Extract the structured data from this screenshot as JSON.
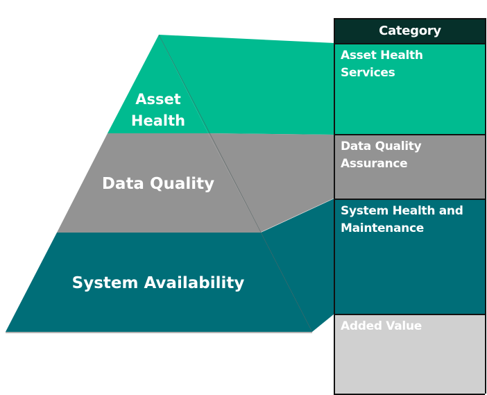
{
  "pyramid": {
    "levels": [
      {
        "label_line1": "Asset",
        "label_line2": "Health"
      },
      {
        "label": "Data Quality"
      },
      {
        "label": "System Availability"
      }
    ]
  },
  "table": {
    "header": "Category",
    "rows": [
      {
        "label": "Asset Health Services",
        "color": "#00bb90"
      },
      {
        "label": "Data Quality Assurance",
        "color": "#939393"
      },
      {
        "label": "System Health and Maintenance",
        "color": "#006e78"
      },
      {
        "label": "Added Value",
        "color": "#d0d0d0"
      }
    ]
  },
  "colors": {
    "green": "#00bb90",
    "gray": "#939393",
    "teal": "#006e78",
    "light_gray": "#d0d0d0",
    "header": "#06302a"
  }
}
